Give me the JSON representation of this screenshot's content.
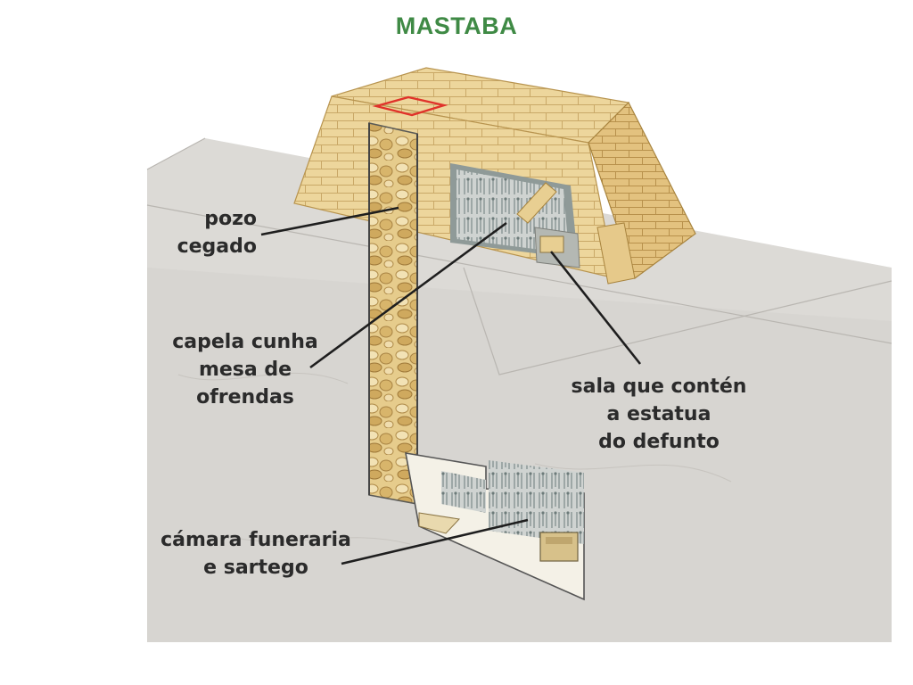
{
  "title": "MASTABA",
  "labels": {
    "pozo": [
      "pozo",
      "cegado"
    ],
    "capela": [
      "capela cunha",
      "mesa de",
      "ofrendas"
    ],
    "sala": [
      "sala que contén",
      "a estatua",
      "do defunto"
    ],
    "camara": [
      "cámara funeraria",
      "e sartego"
    ]
  },
  "colors": {
    "title": "#3f8a45",
    "label_text": "#2b2b2b",
    "stone": "#e8cf92",
    "stone_shade": "#d6b36f",
    "rubble": "#d9b968",
    "ground": "#d9d7d3",
    "outline_marker": "#e0322a"
  }
}
